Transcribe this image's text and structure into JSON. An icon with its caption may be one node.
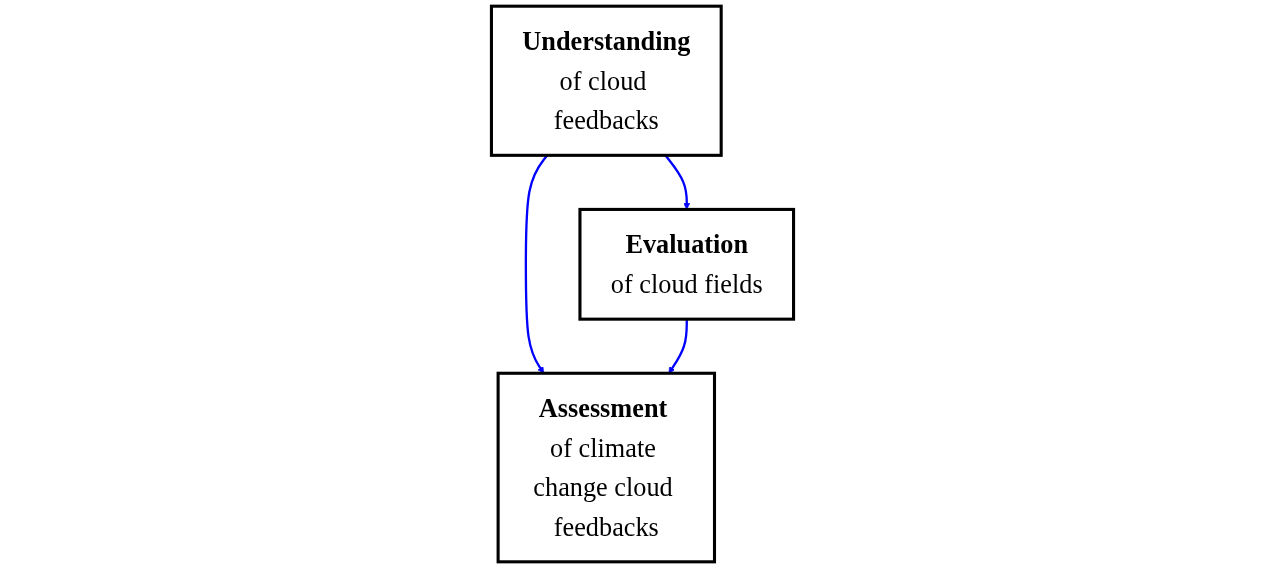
{
  "diagram": {
    "nodes": [
      {
        "text": [
          "Understanding",
          "of cloud feedbacks"
        ]
      },
      {
        "text": [
          "Evaluation",
          "of cloud fields"
        ]
      },
      {
        "text": [
          "**Assessment** of climate change cloud feedbacks"
        ]
      }
    ],
    "edges": [
      {
        "from": 0,
        "to": 1,
        "arrow": "to"
      },
      {
        "from": 0,
        "to": 2,
        "arrow": "to"
      },
      {
        "from": 1,
        "to": 2,
        "arrow": "to"
      }
    ]
  }
}
